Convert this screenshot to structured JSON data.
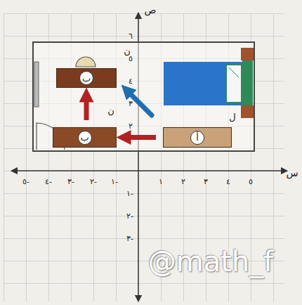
{
  "diagram": {
    "nodes": [
      {
        "text": [
          "ب"
        ]
      },
      {
        "text": [
          "ب"
        ]
      },
      {
        "text": [
          "أ"
        ]
      }
    ],
    "edges": [
      {
        "from": 1,
        "to": 0,
        "arrow": "to"
      },
      {
        "from": 2,
        "to": 1,
        "arrow": "to"
      }
    ],
    "labels": [
      "ص",
      "س",
      "٦",
      "٥",
      "٤",
      "٣",
      "٢",
      "١-",
      "٢-",
      "٣-",
      "٥-",
      "٤-",
      "٣-",
      "٢-",
      "١-",
      "١",
      "٢",
      "٣",
      "٤",
      "٥",
      "ن",
      "ن",
      "ل",
      "@math_f"
    ]
  }
}
